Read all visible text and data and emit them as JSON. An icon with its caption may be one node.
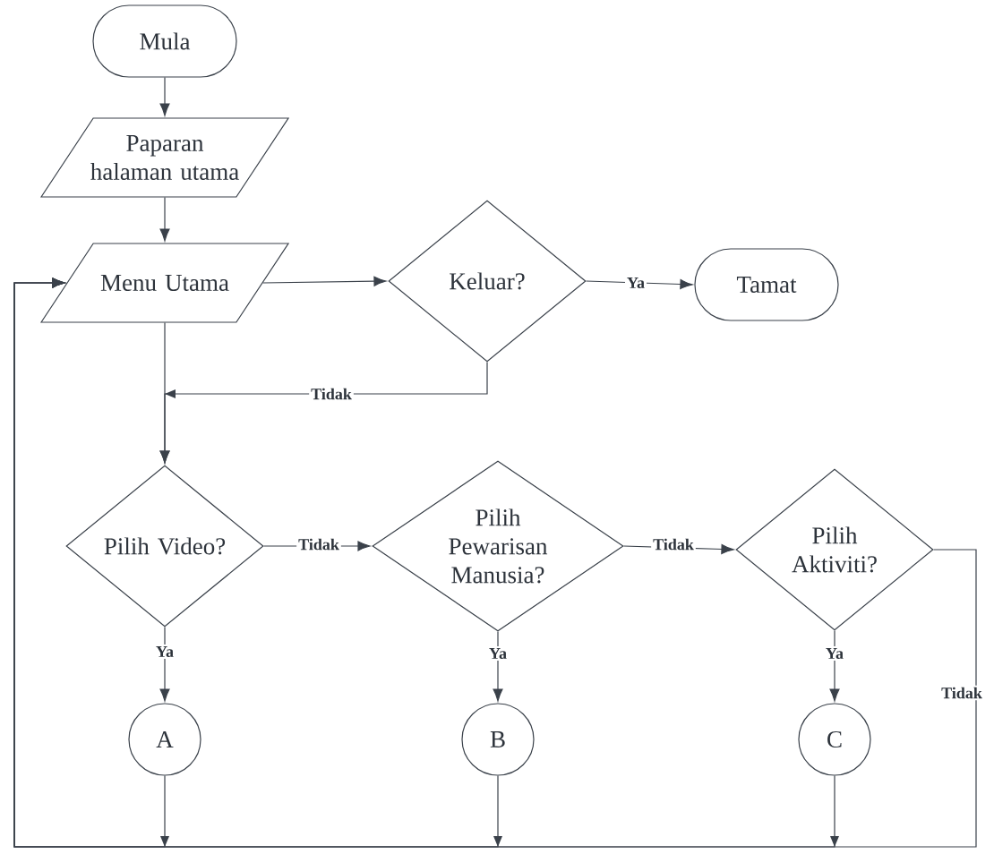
{
  "diagram": {
    "nodes": [
      {
        "text": [
          "Mula"
        ]
      },
      {
        "text": [
          "Paparan halaman utama"
        ]
      },
      {
        "text": [
          "Menu Utama"
        ]
      },
      {
        "text": [
          "Keluar?"
        ]
      },
      {
        "text": [
          "Tamat"
        ]
      },
      {
        "text": [
          "Pilih Video?"
        ]
      },
      {
        "text": [
          "Pilih Pewarisan Manusia?"
        ]
      },
      {
        "text": [
          "Pilih Aktiviti?"
        ]
      },
      {
        "text": [
          "A"
        ]
      },
      {
        "text": [
          "B"
        ]
      },
      {
        "text": [
          "C"
        ]
      }
    ],
    "edges": [
      {
        "from": 0,
        "to": 1,
        "arrow": "to"
      },
      {
        "from": 1,
        "to": 2,
        "arrow": "to"
      },
      {
        "from": 2,
        "to": 3,
        "arrow": "to"
      },
      {
        "from": 3,
        "to": 4,
        "arrow": "to",
        "label": "Ya"
      },
      {
        "from": 3,
        "to": 5,
        "arrow": "to",
        "label": "Tidak"
      },
      {
        "from": 2,
        "to": 5,
        "arrow": "to"
      },
      {
        "from": 5,
        "to": 6,
        "arrow": "to",
        "label": "Tidak"
      },
      {
        "from": 6,
        "to": 7,
        "arrow": "to",
        "label": "Tidak"
      },
      {
        "from": 5,
        "to": 8,
        "arrow": "to",
        "label": "Ya"
      },
      {
        "from": 6,
        "to": 9,
        "arrow": "to",
        "label": "Ya"
      },
      {
        "from": 7,
        "to": 10,
        "arrow": "to",
        "label": "Ya"
      },
      {
        "from": 7,
        "to": 2,
        "arrow": "to",
        "label": "Tidak"
      },
      {
        "from": 8,
        "to": 2,
        "arrow": "to"
      },
      {
        "from": 9,
        "to": 2,
        "arrow": "to"
      },
      {
        "from": 10,
        "to": 2,
        "arrow": "to"
      }
    ]
  }
}
